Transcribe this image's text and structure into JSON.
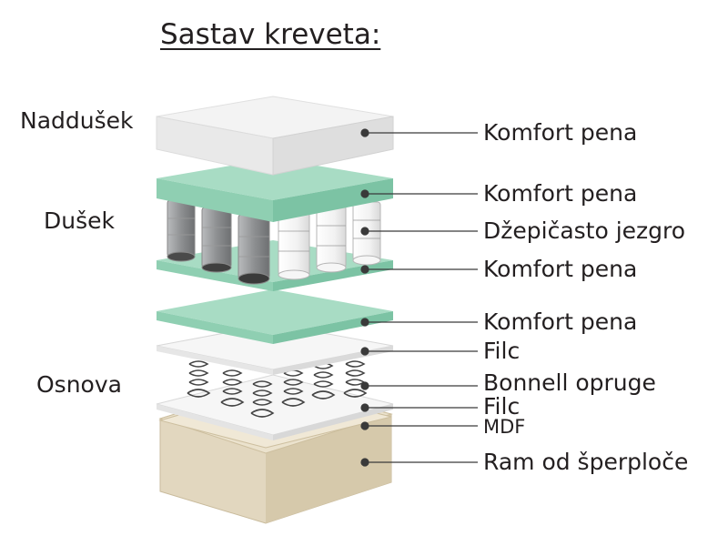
{
  "title": "Sastav kreveta:",
  "groups": {
    "topper": "Naddušek",
    "mattress": "Dušek",
    "base": "Osnova"
  },
  "callouts": [
    "Komfort pena",
    "Komfort pena",
    "Džepičasto jezgro",
    "Komfort pena",
    "Komfort pena",
    "Filc",
    "Bonnell opruge",
    "Filc",
    "MDF",
    "Ram od šperploče"
  ],
  "colors": {
    "foam_white": "#f1f1f1",
    "foam_green": "#a8dcc4",
    "foam_green_side": "#7cc3a4",
    "felt": "#f4f4f4",
    "frame": "#e2d7bf",
    "frame_side": "#cfc1a2",
    "line": "#231f20"
  }
}
